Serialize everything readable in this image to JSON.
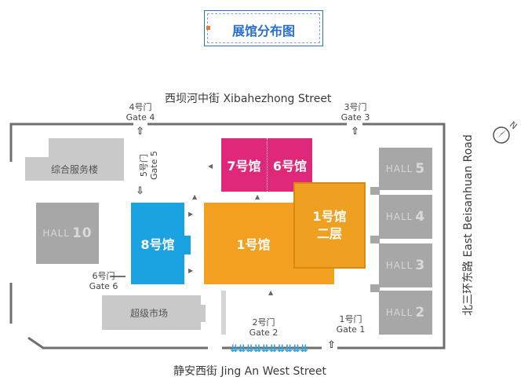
{
  "title": "展馆分布图",
  "streets": {
    "north": "西坝河中街 Xibahezhong Street",
    "south": "静安西街 Jing An West Street",
    "east": "北三环东路 East Beisanhuan Road"
  },
  "gates": {
    "gate1": {
      "cn": "1号门",
      "en": "Gate 1"
    },
    "gate2": {
      "cn": "2号门",
      "en": "Gate 2"
    },
    "gate3": {
      "cn": "3号门",
      "en": "Gate 3"
    },
    "gate4": {
      "cn": "4号门",
      "en": "Gate 4"
    },
    "gate5": {
      "cn": "5号门",
      "en": "Gate 5"
    },
    "gate6": {
      "cn": "6号门",
      "en": "Gate 6"
    }
  },
  "buildings": {
    "service": "综合服务楼",
    "supermarket": "超级市场",
    "hall10_text": "HALL",
    "hall10_num": "10",
    "hall2_text": "HALL",
    "hall2_num": "2",
    "hall3_text": "HALL",
    "hall3_num": "3",
    "hall4_text": "HALL",
    "hall4_num": "4",
    "hall5_text": "HALL",
    "hall5_num": "5",
    "h1": "1号馆",
    "h1_upper_1": "1号馆",
    "h1_upper_2": "二层",
    "h6": "6号馆",
    "h7": "7号馆",
    "h8": "8号馆"
  },
  "compass": {
    "letter": "N"
  },
  "colors": {
    "hall1": "#f3a020",
    "hall1_upper": "#f0a020",
    "hall67": "#e0287a",
    "hall8": "#1ba2e0",
    "gray_hall": "#a7a7a7",
    "service_building": "#c9c9c9",
    "title": "#2a6fd0"
  }
}
